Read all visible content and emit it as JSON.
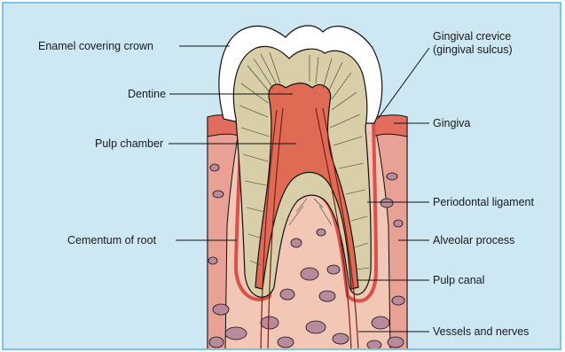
{
  "diagram": {
    "labels": {
      "enamel": "Enamel covering crown",
      "dentine": "Dentine",
      "pulp_chamber": "Pulp chamber",
      "cementum": "Cementum of root",
      "crevice_line1": "Gingival crevice",
      "crevice_line2": "(gingival sulcus)",
      "gingiva": "Gingiva",
      "periodontal": "Periodontal ligament",
      "alveolar": "Alveolar process",
      "pulp_canal": "Pulp canal",
      "vessels": "Vessels and nerves"
    },
    "colors": {
      "background": "#cde7f3",
      "border": "#7dc4e0",
      "enamel": "#ffffff",
      "dentine": "#d8cfa8",
      "pulp": "#e06b55",
      "gingiva": "#e9a095",
      "bone": "#f3c7b6",
      "bone_spots": "#b98a9c",
      "ligament": "#d8524a"
    }
  }
}
